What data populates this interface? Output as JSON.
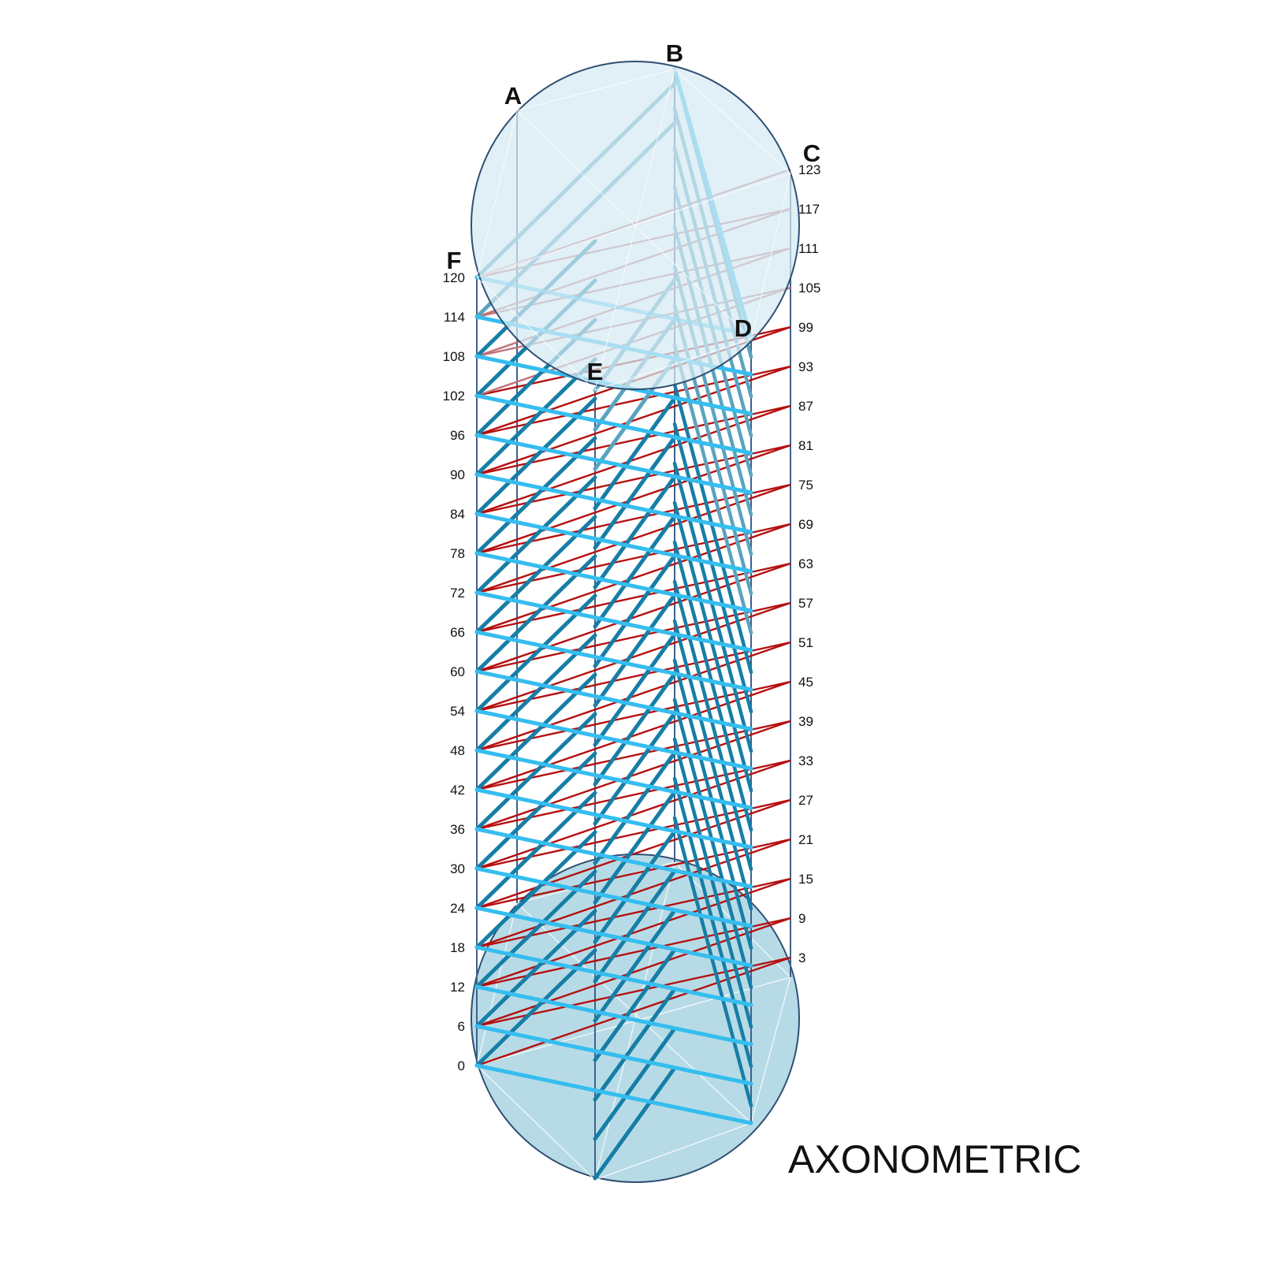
{
  "title": "AXONOMETRIC",
  "vertex_labels": {
    "A": "A",
    "B": "B",
    "C": "C",
    "D": "D",
    "E": "E",
    "F": "F"
  },
  "left_scale": [
    "0",
    "6",
    "12",
    "18",
    "24",
    "30",
    "36",
    "42",
    "48",
    "54",
    "60",
    "66",
    "72",
    "78",
    "84",
    "90",
    "96",
    "102",
    "108",
    "114",
    "120"
  ],
  "right_scale": [
    "3",
    "9",
    "15",
    "21",
    "27",
    "33",
    "39",
    "45",
    "51",
    "57",
    "63",
    "69",
    "75",
    "81",
    "87",
    "93",
    "99",
    "105",
    "111",
    "117",
    "123"
  ],
  "colors": {
    "disc_fill": "#d6eaf2",
    "disc_bottom_fill": "#b7dbe6",
    "outline": "#2f4f73",
    "pole": "#3e6189",
    "edge_bright": "#35bdef",
    "edge_dark": "#167ea6",
    "edge_mid": "#5aa3bf",
    "red": "#b50f0f",
    "red_faded": "#c0747a",
    "hairline": "#ffffff"
  }
}
